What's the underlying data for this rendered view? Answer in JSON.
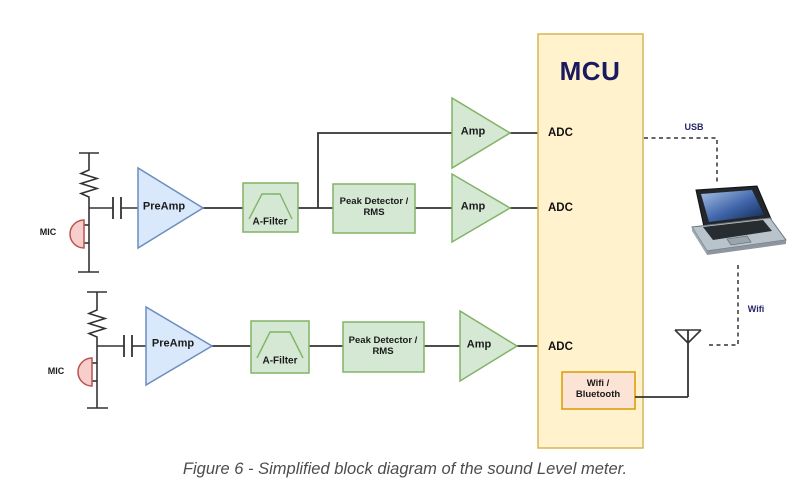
{
  "colors": {
    "preamp_fill": "#DAE8FC",
    "preamp_stroke": "#6C8EBF",
    "green_fill": "#D5E8D4",
    "green_stroke": "#82B366",
    "mcu_fill": "#FFF2CC",
    "mcu_stroke": "#D6B656",
    "mic_fill": "#F8CECC",
    "mic_stroke": "#B85450",
    "wifi_box_fill": "#FBE3D5",
    "wifi_box_stroke": "#D79B00",
    "wire": "#333333",
    "mcu_title": "#1A1A5E",
    "link_label": "#26266B",
    "caption": "#4D4D4D"
  },
  "labels": {
    "mic_top": "MIC",
    "mic_bottom": "MIC",
    "preamp_top": "PreAmp",
    "preamp_bottom": "PreAmp",
    "afilter_top": "A-Filter",
    "afilter_bottom": "A-Filter",
    "peak_top_line1": "Peak Detector /",
    "peak_top_line2": "RMS",
    "peak_bottom_line1": "Peak Detector /",
    "peak_bottom_line2": "RMS",
    "amp_top": "Amp",
    "amp_mid": "Amp",
    "amp_bottom": "Amp",
    "mcu": "MCU",
    "adc_1": "ADC",
    "adc_2": "ADC",
    "adc_3": "ADC",
    "wifi_bt_line1": "Wifi /",
    "wifi_bt_line2": "Bluetooth",
    "usb": "USB",
    "wifi": "Wifi"
  },
  "caption": "Figure 6 - Simplified block diagram of the sound Level meter."
}
